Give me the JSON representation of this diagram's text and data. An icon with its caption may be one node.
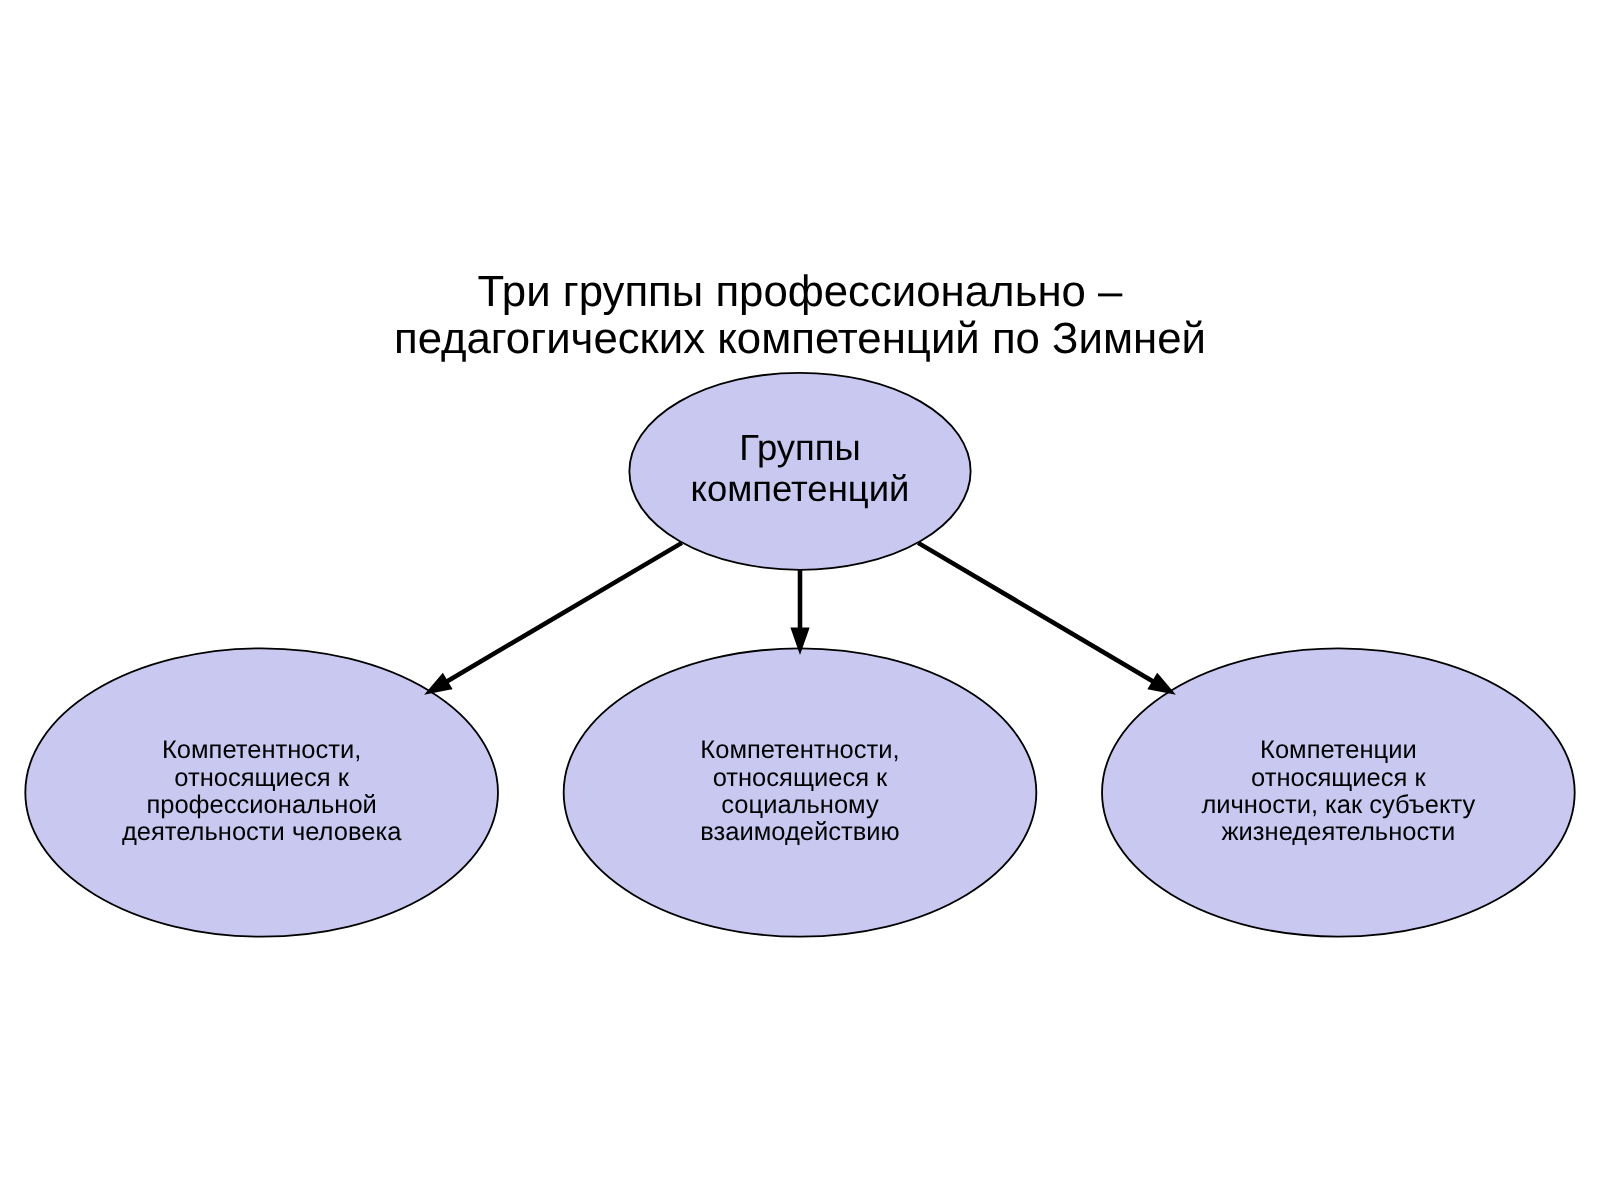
{
  "diagram": {
    "title": "Три группы профессионально – педагогических компетенций по Зимней",
    "nodes": [
      {
        "text": [
          "Группы компетенций"
        ]
      },
      {
        "text": [
          "Компетентности, относящиеся к профессиональной деятельности человека"
        ]
      },
      {
        "text": [
          "Компетентности, относящиеся к социальному взаимодействию"
        ]
      },
      {
        "text": [
          "Компетенции относящиеся к личности, как субъекту жизнедеятельности"
        ]
      }
    ],
    "edges": [
      {
        "from": 0,
        "to": 1,
        "arrow": "to"
      },
      {
        "from": 0,
        "to": 2,
        "arrow": "to"
      },
      {
        "from": 0,
        "to": 3,
        "arrow": "to"
      }
    ]
  }
}
